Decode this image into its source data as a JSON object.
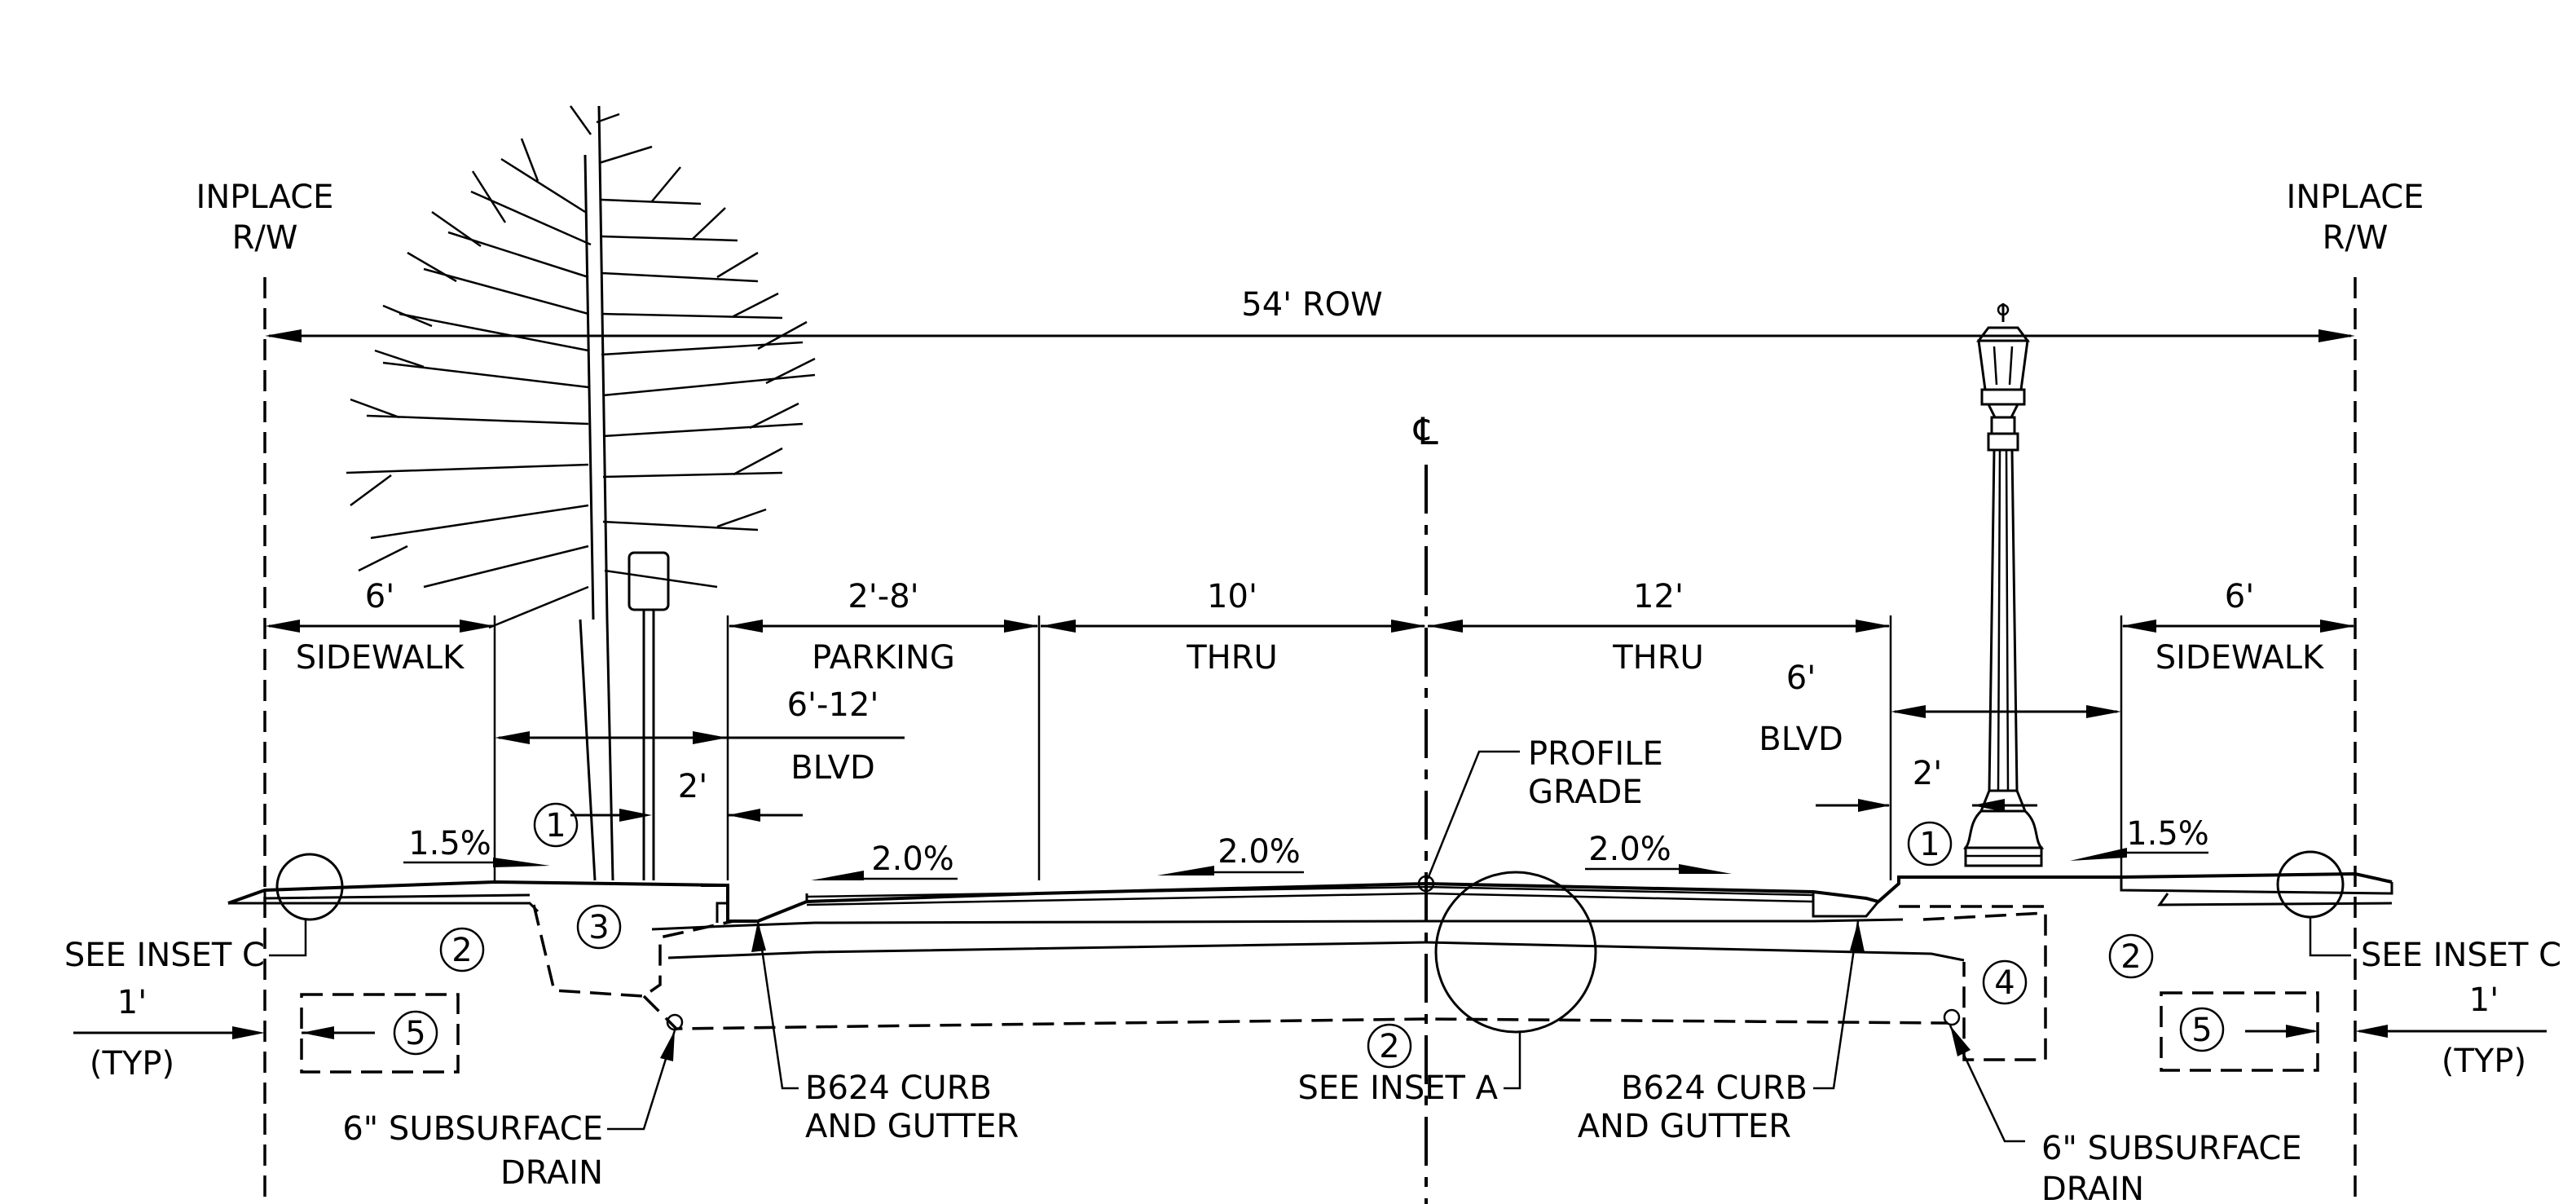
{
  "labels": {
    "inplace_left_1": "INPLACE",
    "inplace_left_2": "R/W",
    "inplace_right_1": "INPLACE",
    "inplace_right_2": "R/W",
    "row": "54' ROW",
    "centerline": "℄",
    "dim_sidewalk_left": "6'",
    "sidewalk_left": "SIDEWALK",
    "dim_parking": "2'-8'",
    "parking": "PARKING",
    "dim_blvd_left": "6'-12'",
    "blvd_left": "BLVD",
    "dim_thru_left": "10'",
    "thru_left": "THRU",
    "dim_thru_right": "12'",
    "thru_right": "THRU",
    "dim_blvd_right": "6'",
    "blvd_right": "BLVD",
    "dim_sidewalk_right": "6'",
    "sidewalk_right": "SIDEWALK",
    "profile_grade_1": "PROFILE",
    "profile_grade_2": "GRADE",
    "dim_2_left": "2'",
    "dim_2_right": "2'",
    "slope_sidewalk_left": "1.5%",
    "slope_parking": "2.0%",
    "slope_thru_left": "2.0%",
    "slope_thru_right": "2.0%",
    "slope_sidewalk_right": "1.5%",
    "see_inset_c_left": "SEE INSET C",
    "see_inset_c_right": "SEE INSET C",
    "typ_dim_left": "1'",
    "typ_left": "(TYP)",
    "typ_dim_right": "1'",
    "typ_right": "(TYP)",
    "curb_left_1": "B624 CURB",
    "curb_left_2": "AND GUTTER",
    "curb_right_1": "B624 CURB",
    "curb_right_2": "AND GUTTER",
    "drain_left_1": "6\" SUBSURFACE",
    "drain_left_2": "DRAIN",
    "drain_right_1": "6\" SUBSURFACE",
    "drain_right_2": "DRAIN",
    "see_inset_a": "SEE INSET A"
  },
  "callouts": {
    "c1_left": "1",
    "c1_right": "1",
    "c2_left": "2",
    "c2_center": "2",
    "c2_right": "2",
    "c3": "3",
    "c4": "4",
    "c5_left": "5",
    "c5_right": "5"
  }
}
